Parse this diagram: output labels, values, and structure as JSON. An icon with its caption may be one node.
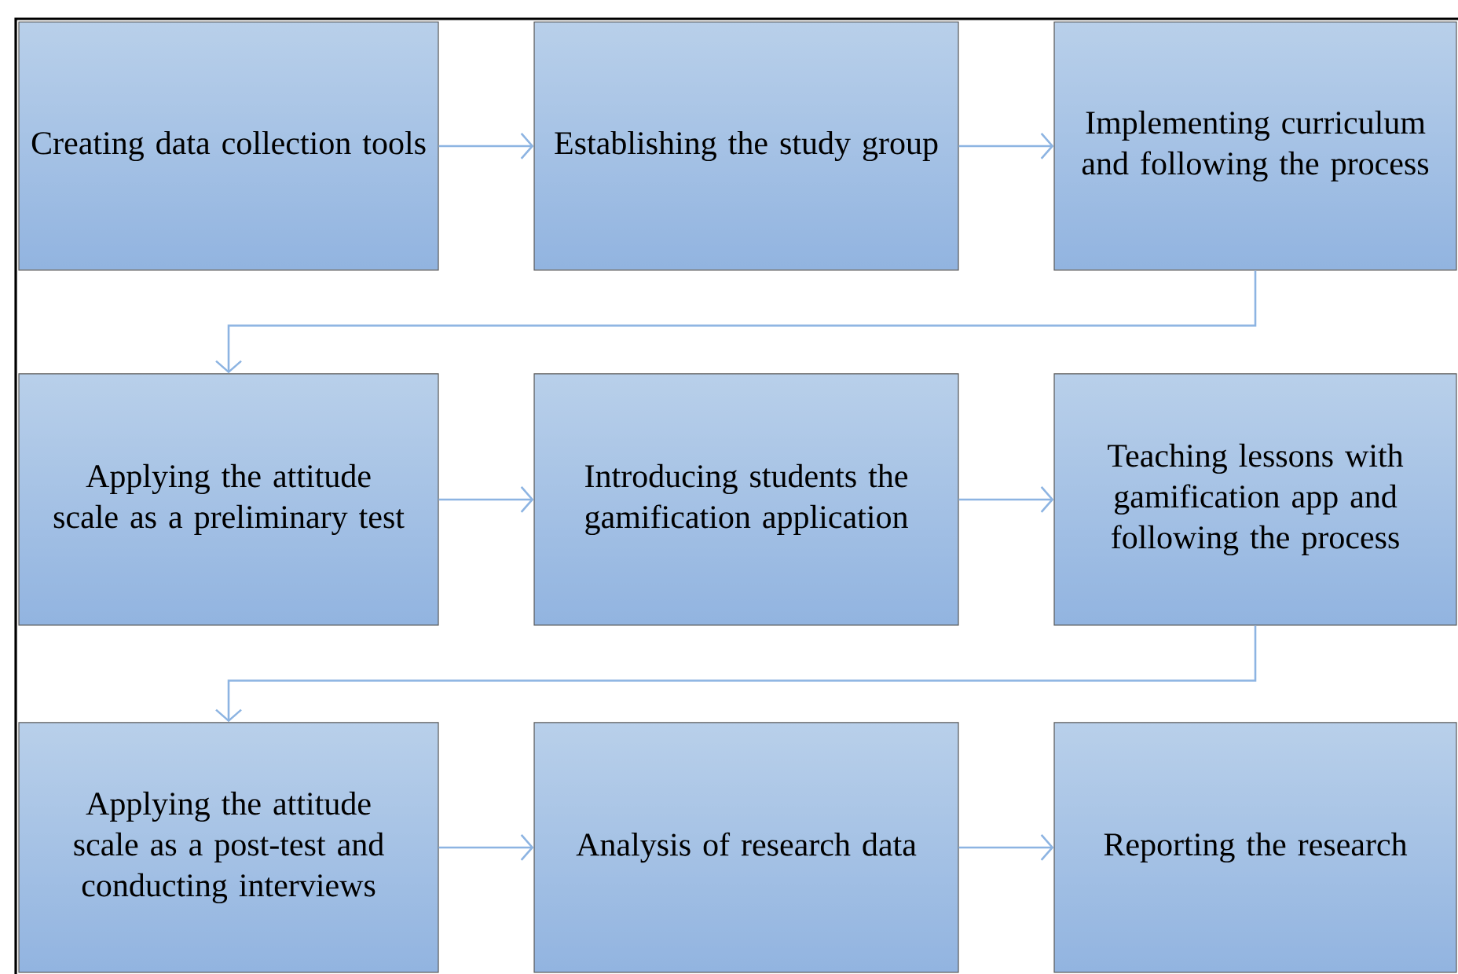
{
  "diagram": {
    "nodes": [
      {
        "text": [
          "Creating data collection tools"
        ]
      },
      {
        "text": [
          "Establishing the study group"
        ]
      },
      {
        "text": [
          "Implementing curriculum and following the process"
        ]
      },
      {
        "text": [
          "Applying the attitude scale as a preliminary test"
        ]
      },
      {
        "text": [
          "Introducing students the gamification application"
        ]
      },
      {
        "text": [
          "Teaching lessons with gamification app and following the process"
        ]
      },
      {
        "text": [
          "Applying the attitude scale as a post-test and conducting interviews"
        ]
      },
      {
        "text": [
          "Analysis of research data"
        ]
      },
      {
        "text": [
          "Reporting the research"
        ]
      }
    ],
    "edges": [
      {
        "from": 0,
        "to": 1,
        "arrow": "to"
      },
      {
        "from": 1,
        "to": 2,
        "arrow": "to"
      },
      {
        "from": 2,
        "to": 3,
        "arrow": "to"
      },
      {
        "from": 3,
        "to": 4,
        "arrow": "to"
      },
      {
        "from": 4,
        "to": 5,
        "arrow": "to"
      },
      {
        "from": 5,
        "to": 6,
        "arrow": "to"
      },
      {
        "from": 6,
        "to": 7,
        "arrow": "to"
      },
      {
        "from": 7,
        "to": 8,
        "arrow": "to"
      }
    ]
  }
}
